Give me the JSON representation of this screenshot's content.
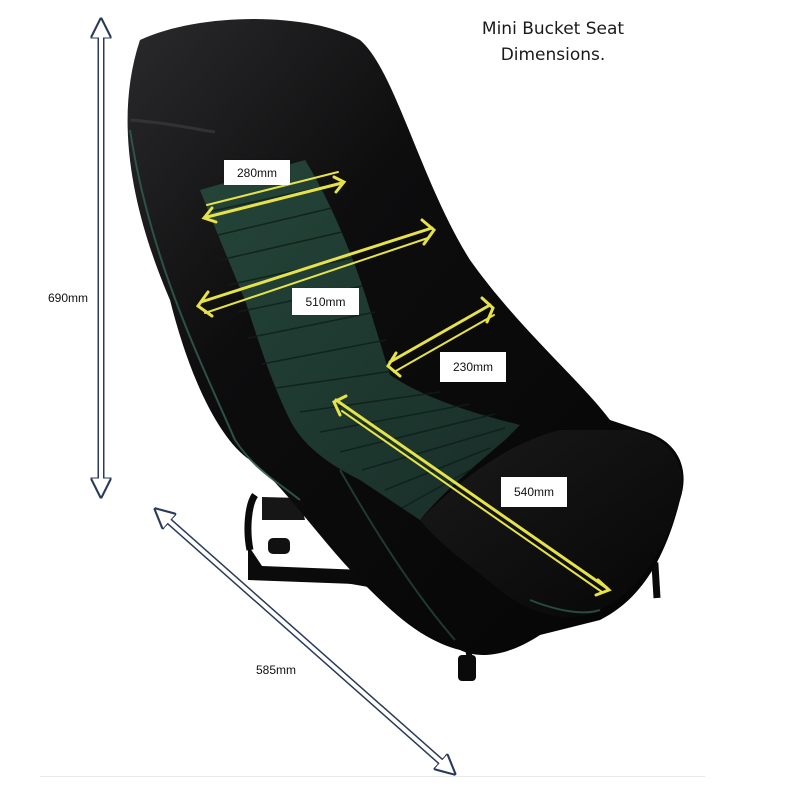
{
  "title": {
    "line1": "Mini Bucket Seat",
    "line2": "Dimensions."
  },
  "dimensions": {
    "height": "690mm",
    "depth": "585mm",
    "back_width_top": "280mm",
    "shoulder_width": "510mm",
    "hip_width": "230mm",
    "seat_length": "540mm"
  },
  "colors": {
    "seat_leather": "#0b0b0c",
    "seat_insert": "#1f3a33",
    "piping": "#2f5a4e",
    "frame": "#0a0a0a",
    "arrow_yellow": "#e6e24a",
    "arrow_navy": "#2b3a5a",
    "label_bg": "#ffffff"
  }
}
